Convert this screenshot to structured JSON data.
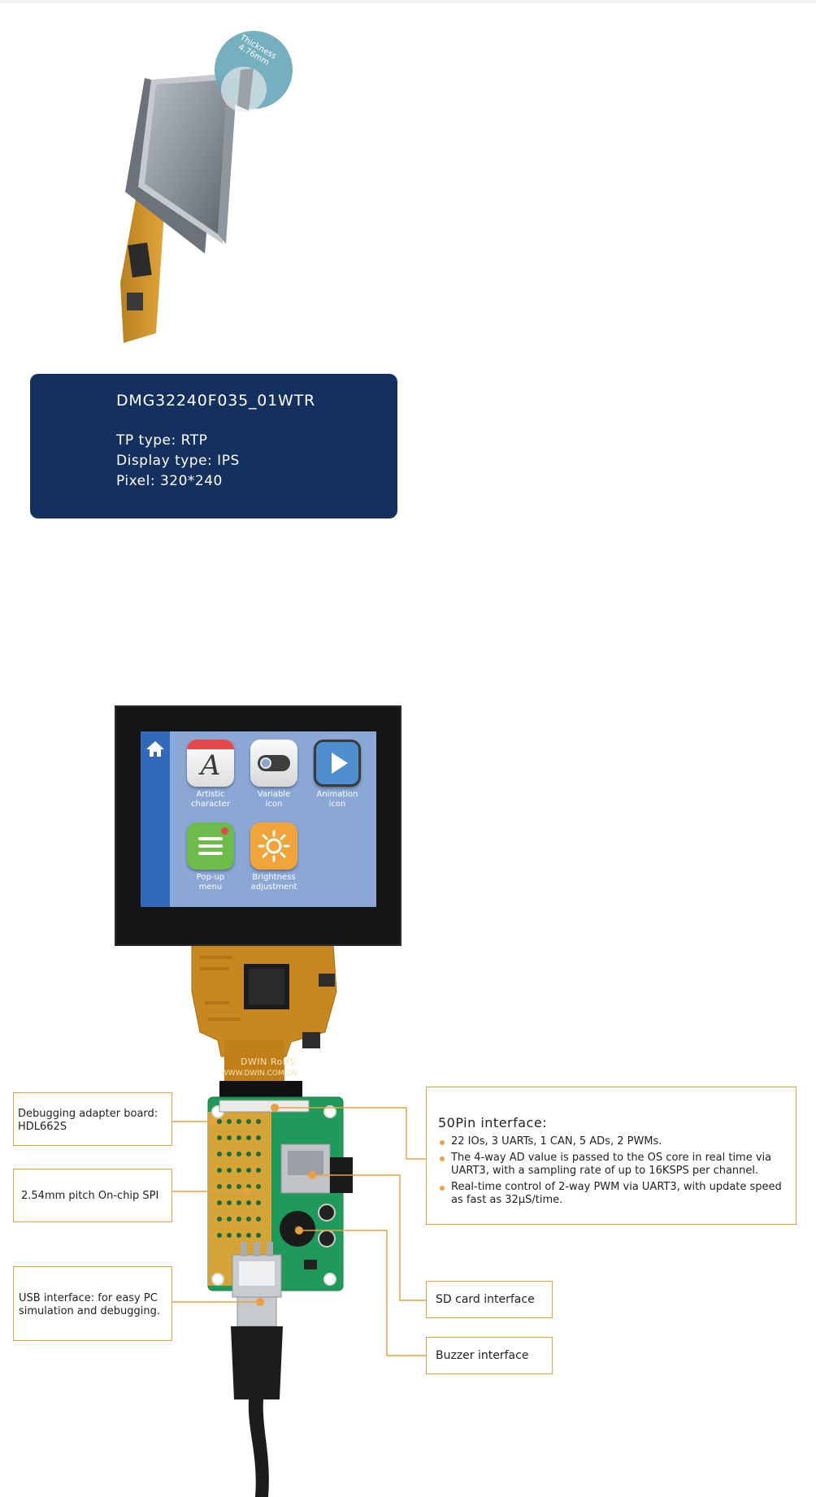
{
  "product": {
    "model": "DMG32240F035_01WTR",
    "specs": [
      "TP type: RTP",
      "Display type: IPS",
      "Pixel: 320*240"
    ],
    "thickness_badge": [
      "Thickness",
      "4.76mm"
    ]
  },
  "screen_ui": {
    "tiles": [
      {
        "name": "artistic-character",
        "label": [
          "Artistic",
          "character"
        ]
      },
      {
        "name": "variable-icon",
        "label": [
          "Variable",
          "icon"
        ]
      },
      {
        "name": "animation-icon",
        "label": [
          "Animation",
          "icon"
        ]
      },
      {
        "name": "pop-up-menu",
        "label": [
          "Pop-up",
          "menu"
        ]
      },
      {
        "name": "brightness-adjustment",
        "label": [
          "Brightness",
          "adjustment"
        ]
      }
    ]
  },
  "fpc_print": [
    "DWIN",
    "RoHS",
    "WWW.DWIN.COM.CN"
  ],
  "callouts": {
    "debug_board": [
      "Debugging adapter board:",
      "HDL662S"
    ],
    "spi": "2.54mm pitch On-chip SPI",
    "usb": [
      "USB interface:  for easy PC",
      "simulation and debugging."
    ],
    "pin50_title": "50Pin interface:",
    "pin50_bullets": [
      [
        "22 IOs, 3 UARTs, 1 CAN, 5 ADs, 2 PWMs."
      ],
      [
        "The 4-way AD value is passed to the OS core in real time via",
        "UART3, with a sampling rate of up to 16KSPS per channel."
      ],
      [
        "Real-time control of 2-way PWM via UART3, with update speed",
        "as fast as 32µS/time."
      ]
    ],
    "sd": "SD card interface",
    "buzzer": "Buzzer interface"
  },
  "colors": {
    "card_bg": "#13305e",
    "callout_orange": "#e9a23b",
    "screen_bg": "#8ba7d6",
    "screen_sidebar": "#3168b9",
    "pcb_green": "#1f9a5a",
    "fpc_amber": "#c9881f"
  }
}
